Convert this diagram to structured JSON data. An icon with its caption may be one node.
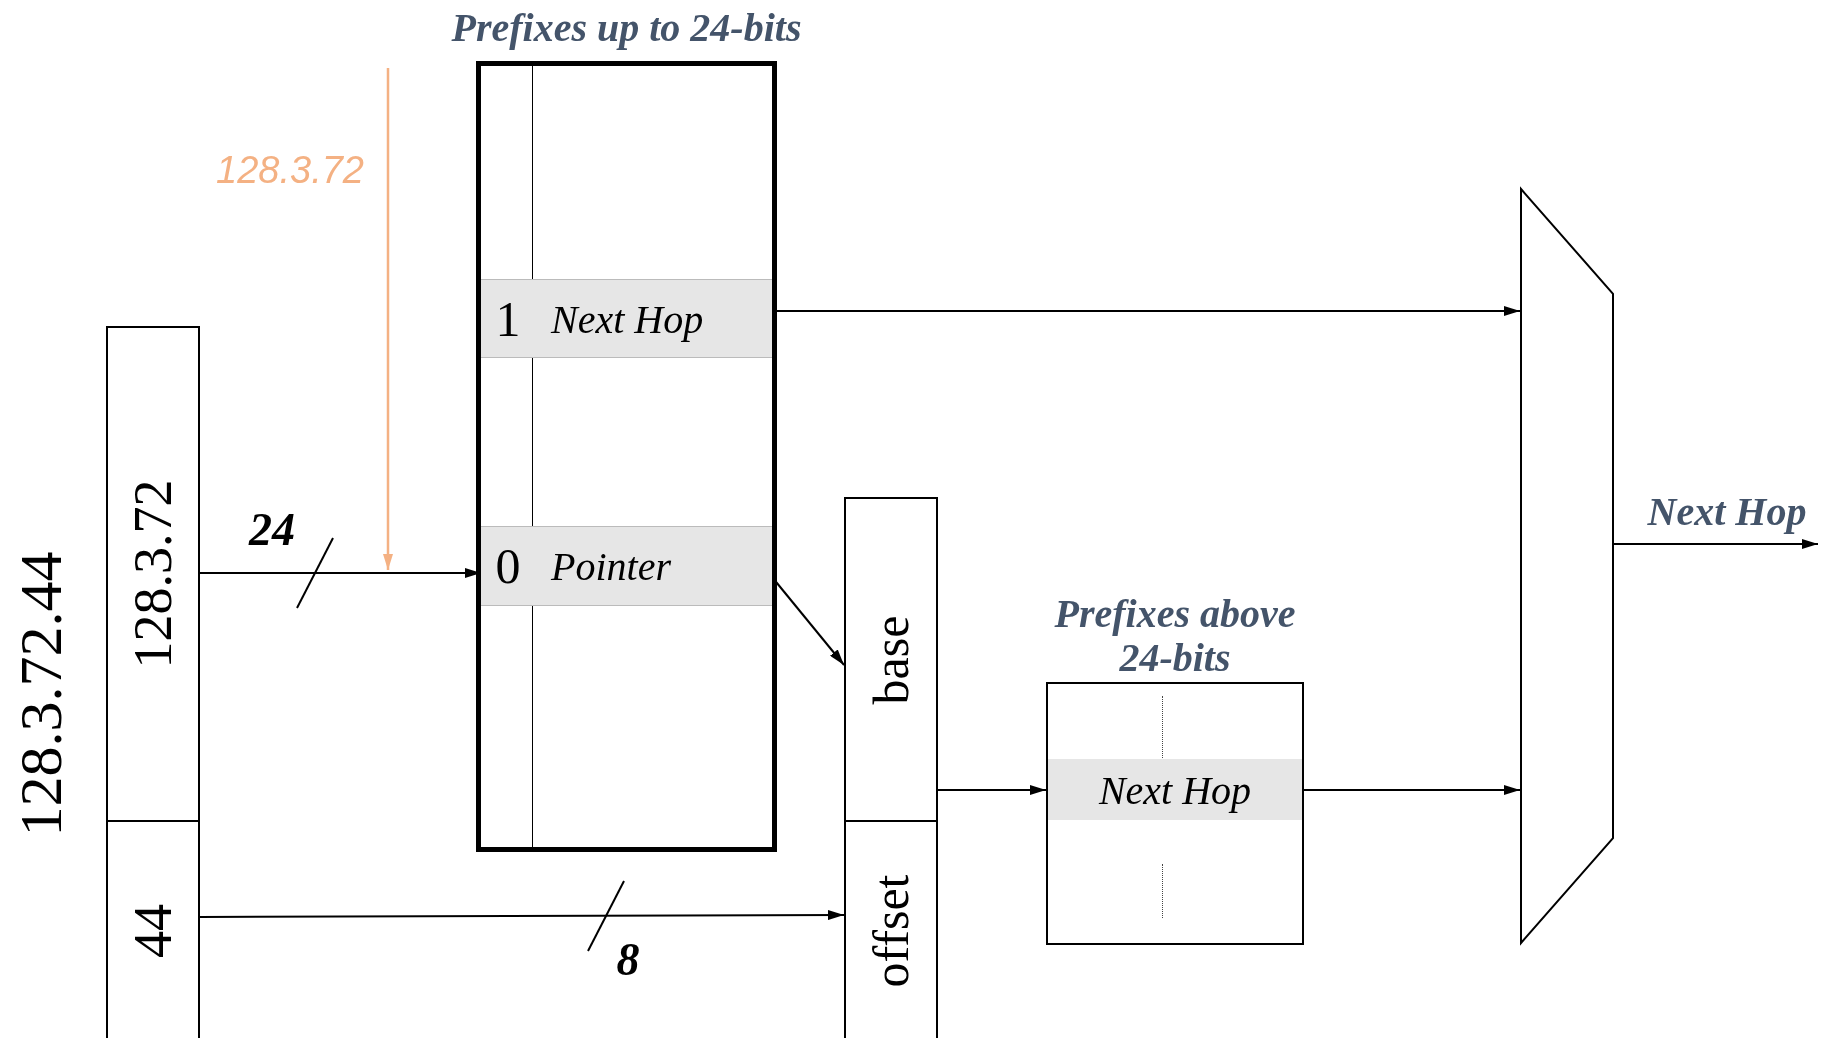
{
  "diagram": {
    "nodes": [
      {
        "text": [],
        "shape": "box",
        "beside": [
          "128.3.72.44"
        ]
      },
      {
        "text": [
          "128.3.72"
        ],
        "in": 0
      },
      {
        "text": [
          "44"
        ],
        "in": 0
      },
      {
        "text": [
          "Prefixes up to 24-bits"
        ]
      },
      {
        "text": [
          "1",
          "Next Hop"
        ],
        "in": 3
      },
      {
        "text": [
          "0",
          "Pointer"
        ],
        "in": 3
      },
      {
        "text": [],
        "shape": "box"
      },
      {
        "text": [
          "base"
        ],
        "in": 6
      },
      {
        "text": [
          "offset"
        ],
        "in": 6
      },
      {
        "text": [
          "Prefixes above 24-bits"
        ]
      },
      {
        "text": [
          "Next Hop"
        ],
        "in": 9
      },
      {
        "text": [],
        "shape": "trapezoid"
      }
    ],
    "edges": [
      {
        "from": 1,
        "to": 5,
        "arrow": "to",
        "label": "24"
      },
      {
        "from": 2,
        "to": 8,
        "arrow": "to",
        "label": "8"
      },
      {
        "from": 5,
        "to": 7,
        "arrow": "to"
      },
      {
        "from": 7,
        "to": 9,
        "arrow": "to"
      },
      {
        "from": 4,
        "to": 11,
        "arrow": "to"
      },
      {
        "from": 10,
        "to": 11,
        "arrow": "to"
      },
      {
        "from": 11,
        "to": null,
        "arrow": "to",
        "label": "Next Hop"
      }
    ],
    "labels": [
      "128.3.72"
    ]
  }
}
